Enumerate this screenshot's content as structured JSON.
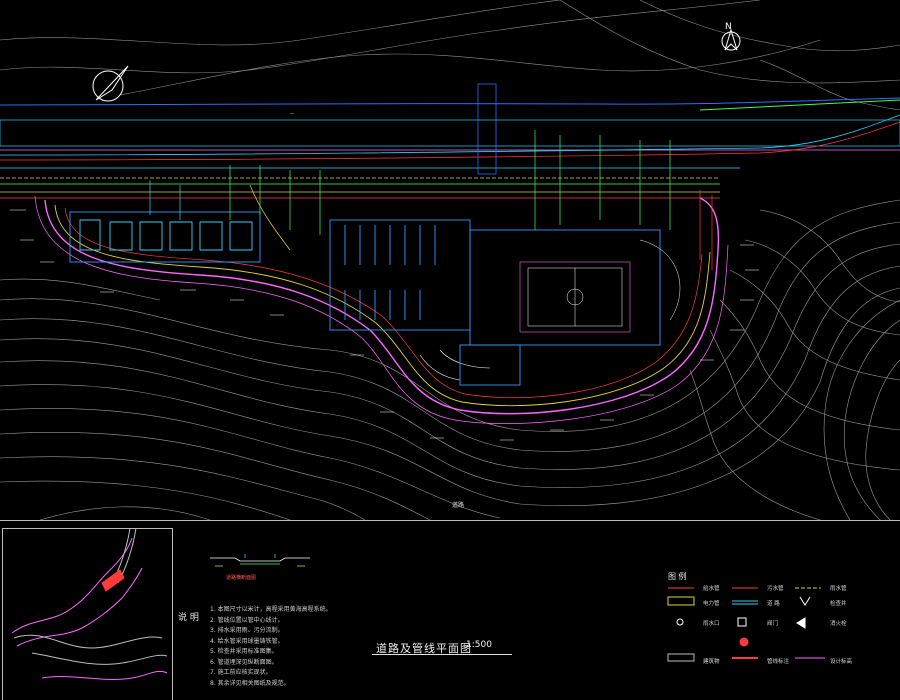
{
  "north_arrow": {
    "letter": "N"
  },
  "road_label": "道路",
  "notes": {
    "title": "说 明",
    "items": [
      "1. 本图尺寸以米计，高程采用黄海高程系统。",
      "2. 管线位置以管中心线计。",
      "3. 排水采用雨、污分流制。",
      "4. 给水管采用球墨铸铁管。",
      "5. 检查井采用标准图集。",
      "6. 管道埋深见纵断面图。",
      "7. 施工前应核实现状。",
      "8. 其余详见相关图纸及规范。"
    ]
  },
  "title_block": {
    "drawing_title": "道路及管线平面图",
    "scale": "1:500"
  },
  "section_caption": "道路横断面图",
  "legend": {
    "title": "图 例",
    "items": [
      {
        "label": "给水管",
        "color": "#ff3b3b"
      },
      {
        "label": "污水管",
        "color": "#ff3b3b"
      },
      {
        "label": "雨水管",
        "color": "#e6d23a"
      },
      {
        "label": "电力管",
        "color": "#e6d23a"
      },
      {
        "label": "道 路",
        "color": "#2fd0ff"
      },
      {
        "label": "检查井",
        "color": "#ffffff"
      },
      {
        "label": "雨水口",
        "color": "#ffffff"
      },
      {
        "label": "阀门",
        "color": "#ffffff"
      },
      {
        "label": "消火栓",
        "color": "#ff3b3b"
      },
      {
        "label": "建筑物",
        "color": "#bdbdbd"
      },
      {
        "label": "管线标注",
        "color": "#ff3b3b"
      },
      {
        "label": "设计标高",
        "color": "#ff66ff"
      }
    ]
  },
  "colors": {
    "contour": "#d0d0d0",
    "road": "#ff66ff",
    "water": "#2fd0ff",
    "pipe_green": "#39ff5a",
    "pipe_yellow": "#e6d23a",
    "pipe_red": "#ff3b3b",
    "building": "#2f9bff"
  }
}
